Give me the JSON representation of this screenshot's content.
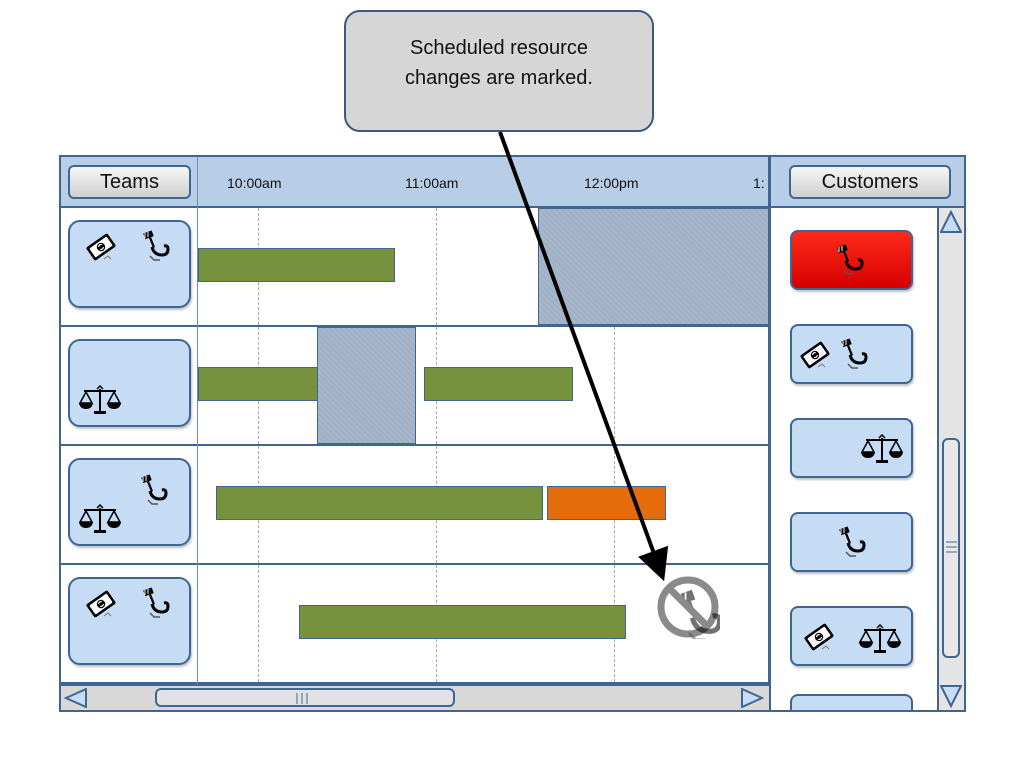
{
  "callout": {
    "text": "Scheduled resource changes are marked."
  },
  "header": {
    "teams_label": "Teams",
    "customers_label": "Customers",
    "times": [
      "10:00am",
      "11:00am",
      "12:00pm",
      "1:"
    ]
  },
  "colors": {
    "task_green": "#76923c",
    "task_orange": "#e46c0a",
    "urgent_red": "#ff0000",
    "tile_blue": "#c6dcf4",
    "border_blue": "#3f6592"
  },
  "teams": [
    {
      "icons": [
        "money-icon",
        "vacuum-icon"
      ]
    },
    {
      "icons": [
        "scales-icon"
      ]
    },
    {
      "icons": [
        "scales-icon",
        "vacuum-icon"
      ]
    },
    {
      "icons": [
        "money-icon",
        "vacuum-icon"
      ]
    }
  ],
  "customers": [
    {
      "icons": [
        "vacuum-icon"
      ],
      "status": "urgent"
    },
    {
      "icons": [
        "money-icon",
        "vacuum-icon"
      ]
    },
    {
      "icons": [
        "scales-icon"
      ]
    },
    {
      "icons": [
        "vacuum-icon"
      ]
    },
    {
      "icons": [
        "money-icon",
        "scales-icon"
      ]
    }
  ],
  "marker": {
    "icon": "no-vacuum-icon",
    "meaning": "scheduled resource change"
  }
}
